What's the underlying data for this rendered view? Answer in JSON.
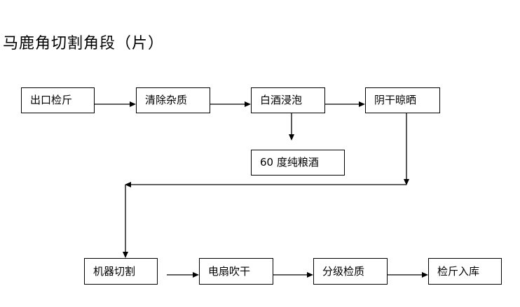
{
  "title": "马鹿角切割角段（片）",
  "steps": {
    "s1": "出口检斤",
    "s2": "清除杂质",
    "s3": "白酒浸泡",
    "s4": "阴干晾晒",
    "s5": "60 度纯粮酒",
    "s6": "机器切割",
    "s7": "电扇吹干",
    "s8": "分级检质",
    "s9": "检斤入库"
  }
}
